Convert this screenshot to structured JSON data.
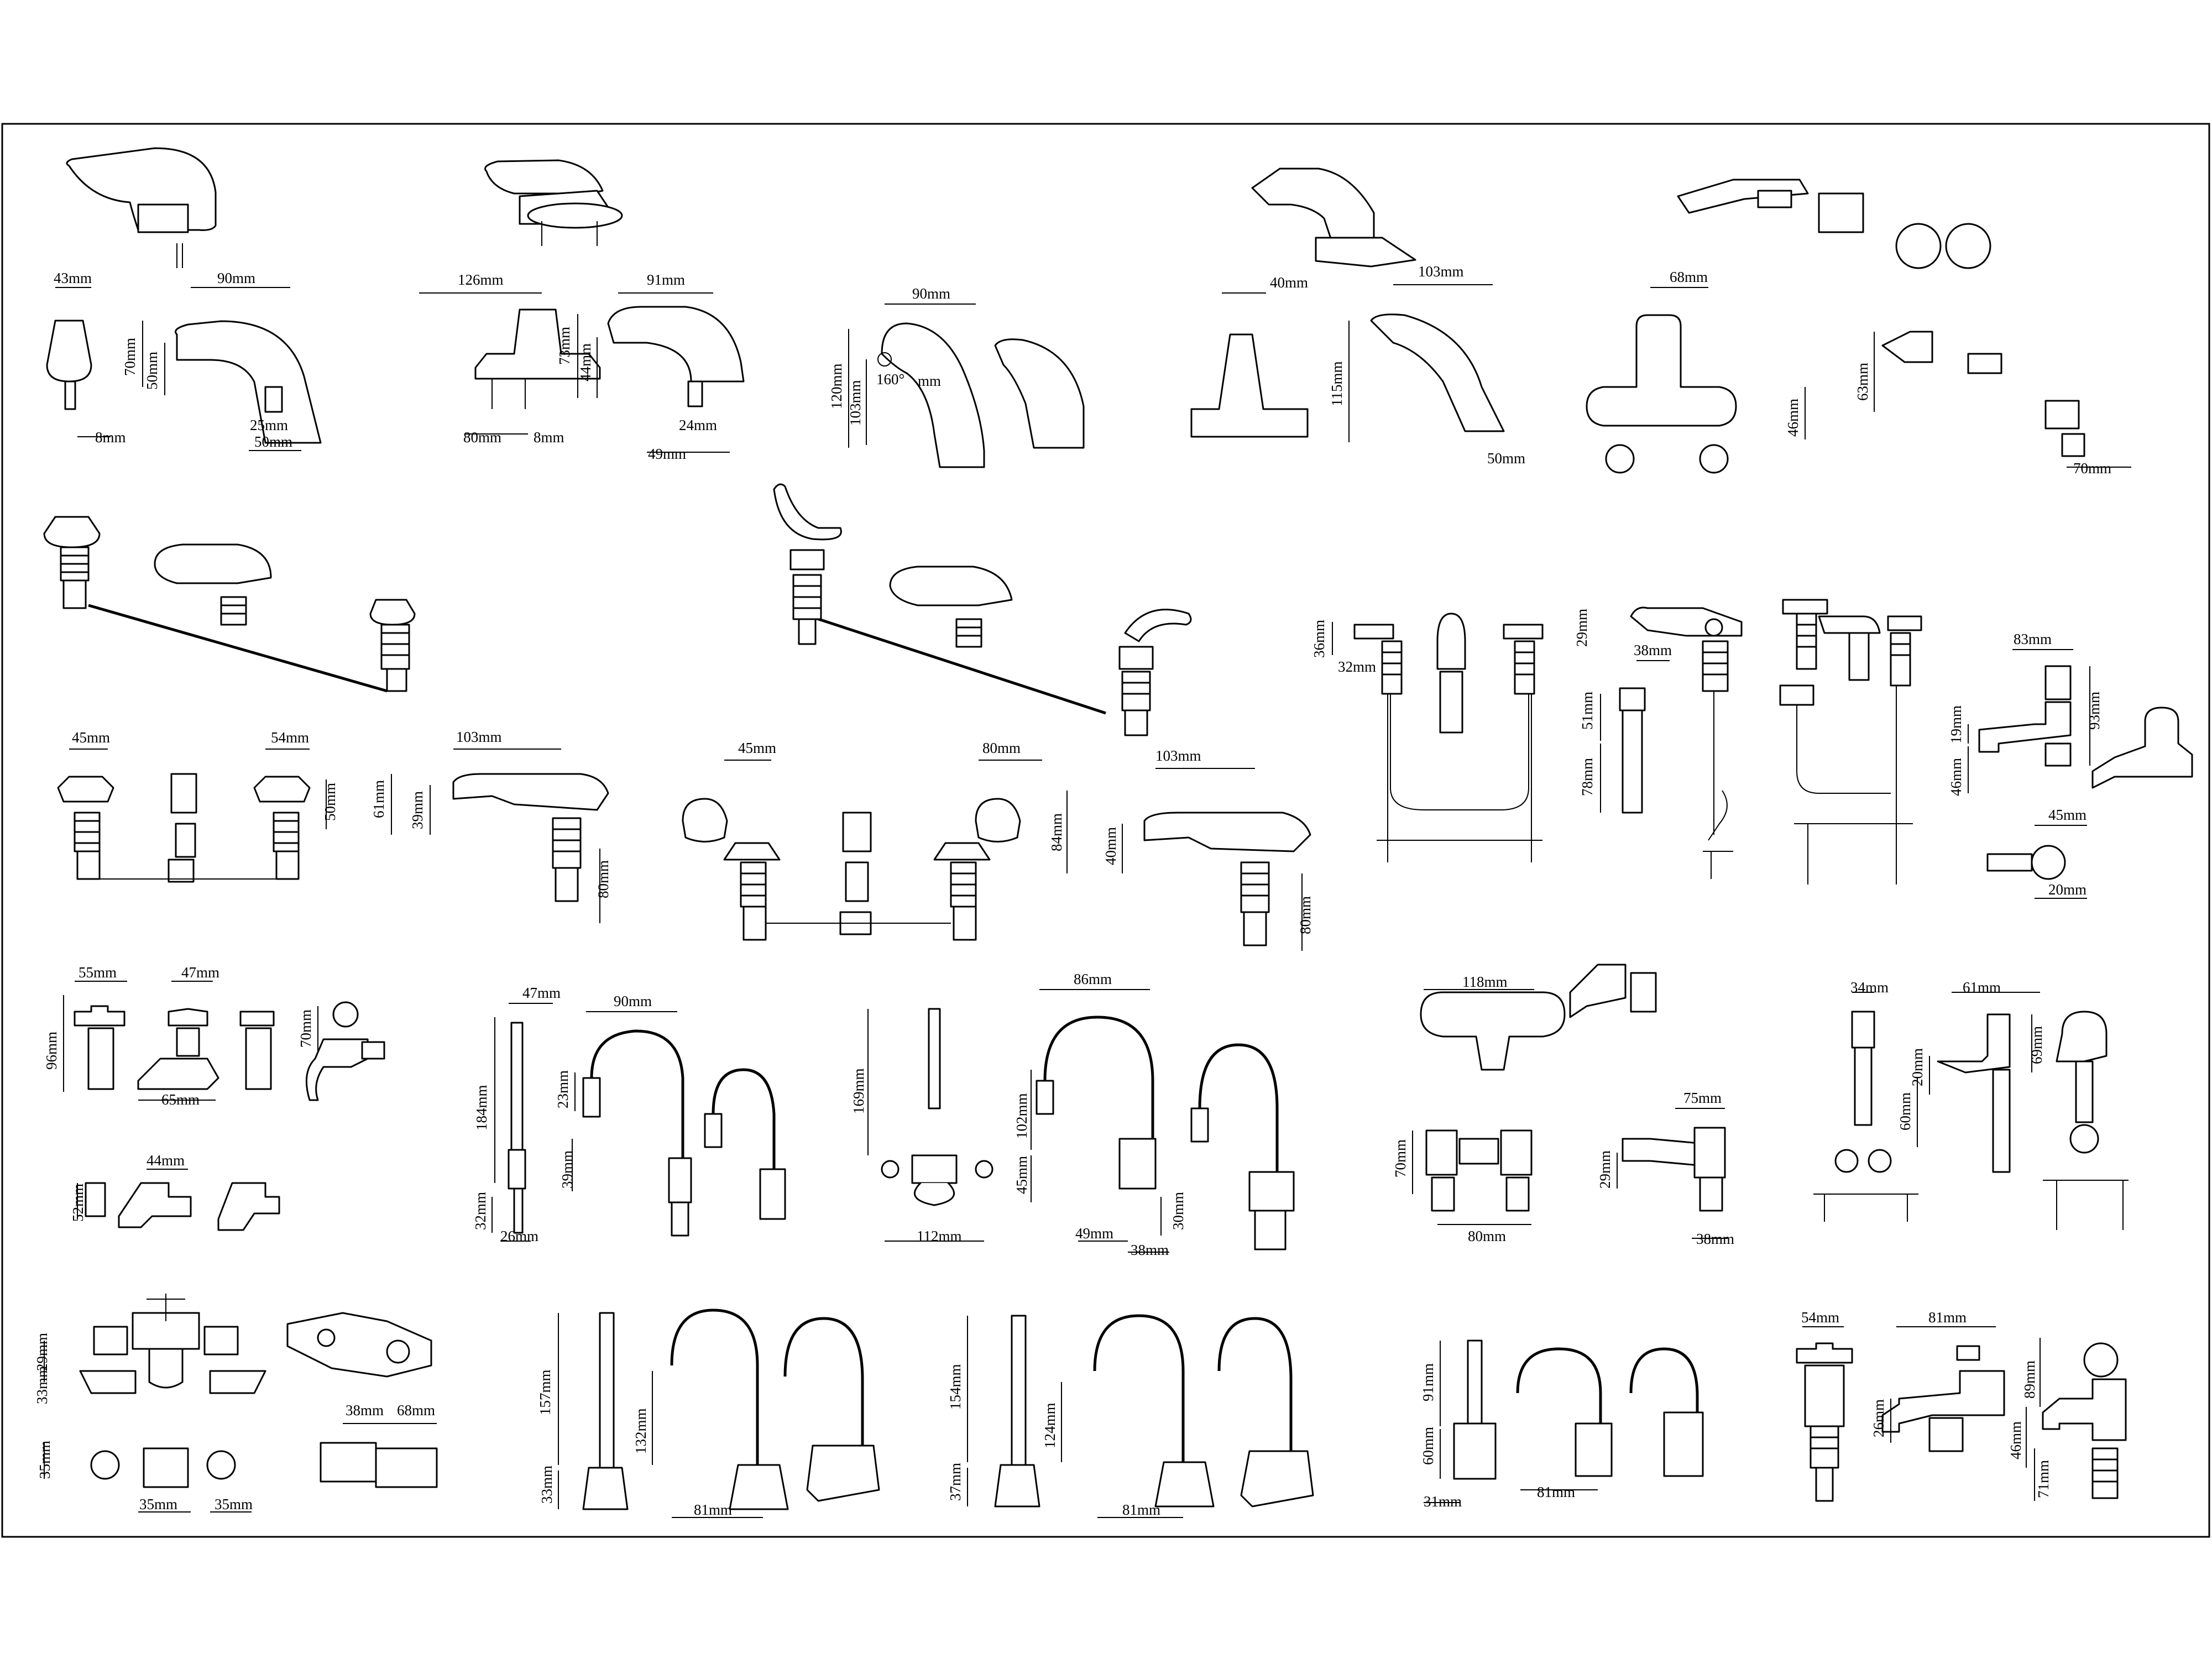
{
  "sheet": {
    "background": "#ffffff",
    "line_color": "#000000"
  },
  "groups": [
    {
      "id": "g1",
      "kind": "sensor-faucet",
      "dims": [
        "43mm",
        "90mm",
        "70mm",
        "50mm",
        "8mm",
        "25mm",
        "50mm"
      ]
    },
    {
      "id": "g2",
      "kind": "sensor-faucet-deckplate",
      "dims": [
        "126mm",
        "91mm",
        "73mm",
        "44mm",
        "80mm",
        "8mm",
        "24mm",
        "49mm"
      ]
    },
    {
      "id": "g3",
      "kind": "sensor-gooseneck-faucet",
      "dims": [
        "90mm",
        "120mm",
        "103mm",
        "160°",
        "mm"
      ]
    },
    {
      "id": "g4",
      "kind": "sensor-faucet-plate",
      "dims": [
        "40mm",
        "103mm",
        "115mm",
        "50mm"
      ]
    },
    {
      "id": "g5",
      "kind": "wall-mixer",
      "dims": [
        "68mm",
        "63mm",
        "46mm",
        "70mm"
      ]
    },
    {
      "id": "g6",
      "kind": "widespread-cross-handle",
      "dims": [
        "45mm",
        "54mm",
        "50mm",
        "103mm",
        "61mm",
        "39mm",
        "80mm"
      ]
    },
    {
      "id": "g7",
      "kind": "widespread-lever-handle",
      "dims": [
        "45mm",
        "80mm",
        "84mm",
        "103mm",
        "40mm",
        "80mm"
      ]
    },
    {
      "id": "g8",
      "kind": "lavatory-set-lever",
      "dims": [
        "36mm",
        "32mm"
      ]
    },
    {
      "id": "g9",
      "kind": "single-lever-mixer",
      "dims": [
        "29mm",
        "38mm",
        "51mm",
        "78mm"
      ]
    },
    {
      "id": "g10",
      "kind": "three-hole-set",
      "dims": []
    },
    {
      "id": "g11",
      "kind": "push-button-tap",
      "dims": [
        "83mm",
        "19mm",
        "93mm",
        "46mm",
        "45mm",
        "20mm"
      ]
    },
    {
      "id": "g12",
      "kind": "cross-handle-bibcocks",
      "dims": [
        "55mm",
        "47mm",
        "96mm",
        "70mm",
        "65mm",
        "44mm",
        "52mm"
      ]
    },
    {
      "id": "g13",
      "kind": "lab-gooseneck-single",
      "dims": [
        "47mm",
        "90mm",
        "184mm",
        "23mm",
        "39mm",
        "32mm",
        "26mm"
      ]
    },
    {
      "id": "g14",
      "kind": "lab-gooseneck-double",
      "dims": [
        "86mm",
        "169mm",
        "102mm",
        "45mm",
        "112mm",
        "49mm",
        "38mm",
        "30mm"
      ]
    },
    {
      "id": "g15",
      "kind": "concealed-push-mixer",
      "dims": [
        "118mm",
        "70mm",
        "80mm",
        "75mm",
        "29mm",
        "38mm"
      ]
    },
    {
      "id": "g16",
      "kind": "push-valve-manifold",
      "dims": [
        "34mm",
        "61mm",
        "20mm",
        "60mm",
        "69mm"
      ]
    },
    {
      "id": "g17",
      "kind": "wall-mixer-cross",
      "dims": [
        "33mm",
        "29mm",
        "35mm",
        "35mm",
        "35mm",
        "38mm",
        "68mm"
      ]
    },
    {
      "id": "g18",
      "kind": "sensor-gooseneck-tall",
      "dims": [
        "157mm",
        "132mm",
        "33mm",
        "81mm"
      ]
    },
    {
      "id": "g19",
      "kind": "sensor-gooseneck-mid",
      "dims": [
        "154mm",
        "124mm",
        "37mm",
        "81mm"
      ]
    },
    {
      "id": "g20",
      "kind": "sensor-gooseneck-short",
      "dims": [
        "91mm",
        "60mm",
        "31mm",
        "81mm"
      ]
    },
    {
      "id": "g21",
      "kind": "pillar-tap-cross",
      "dims": [
        "54mm",
        "81mm",
        "26mm",
        "89mm",
        "46mm",
        "71mm"
      ]
    }
  ]
}
